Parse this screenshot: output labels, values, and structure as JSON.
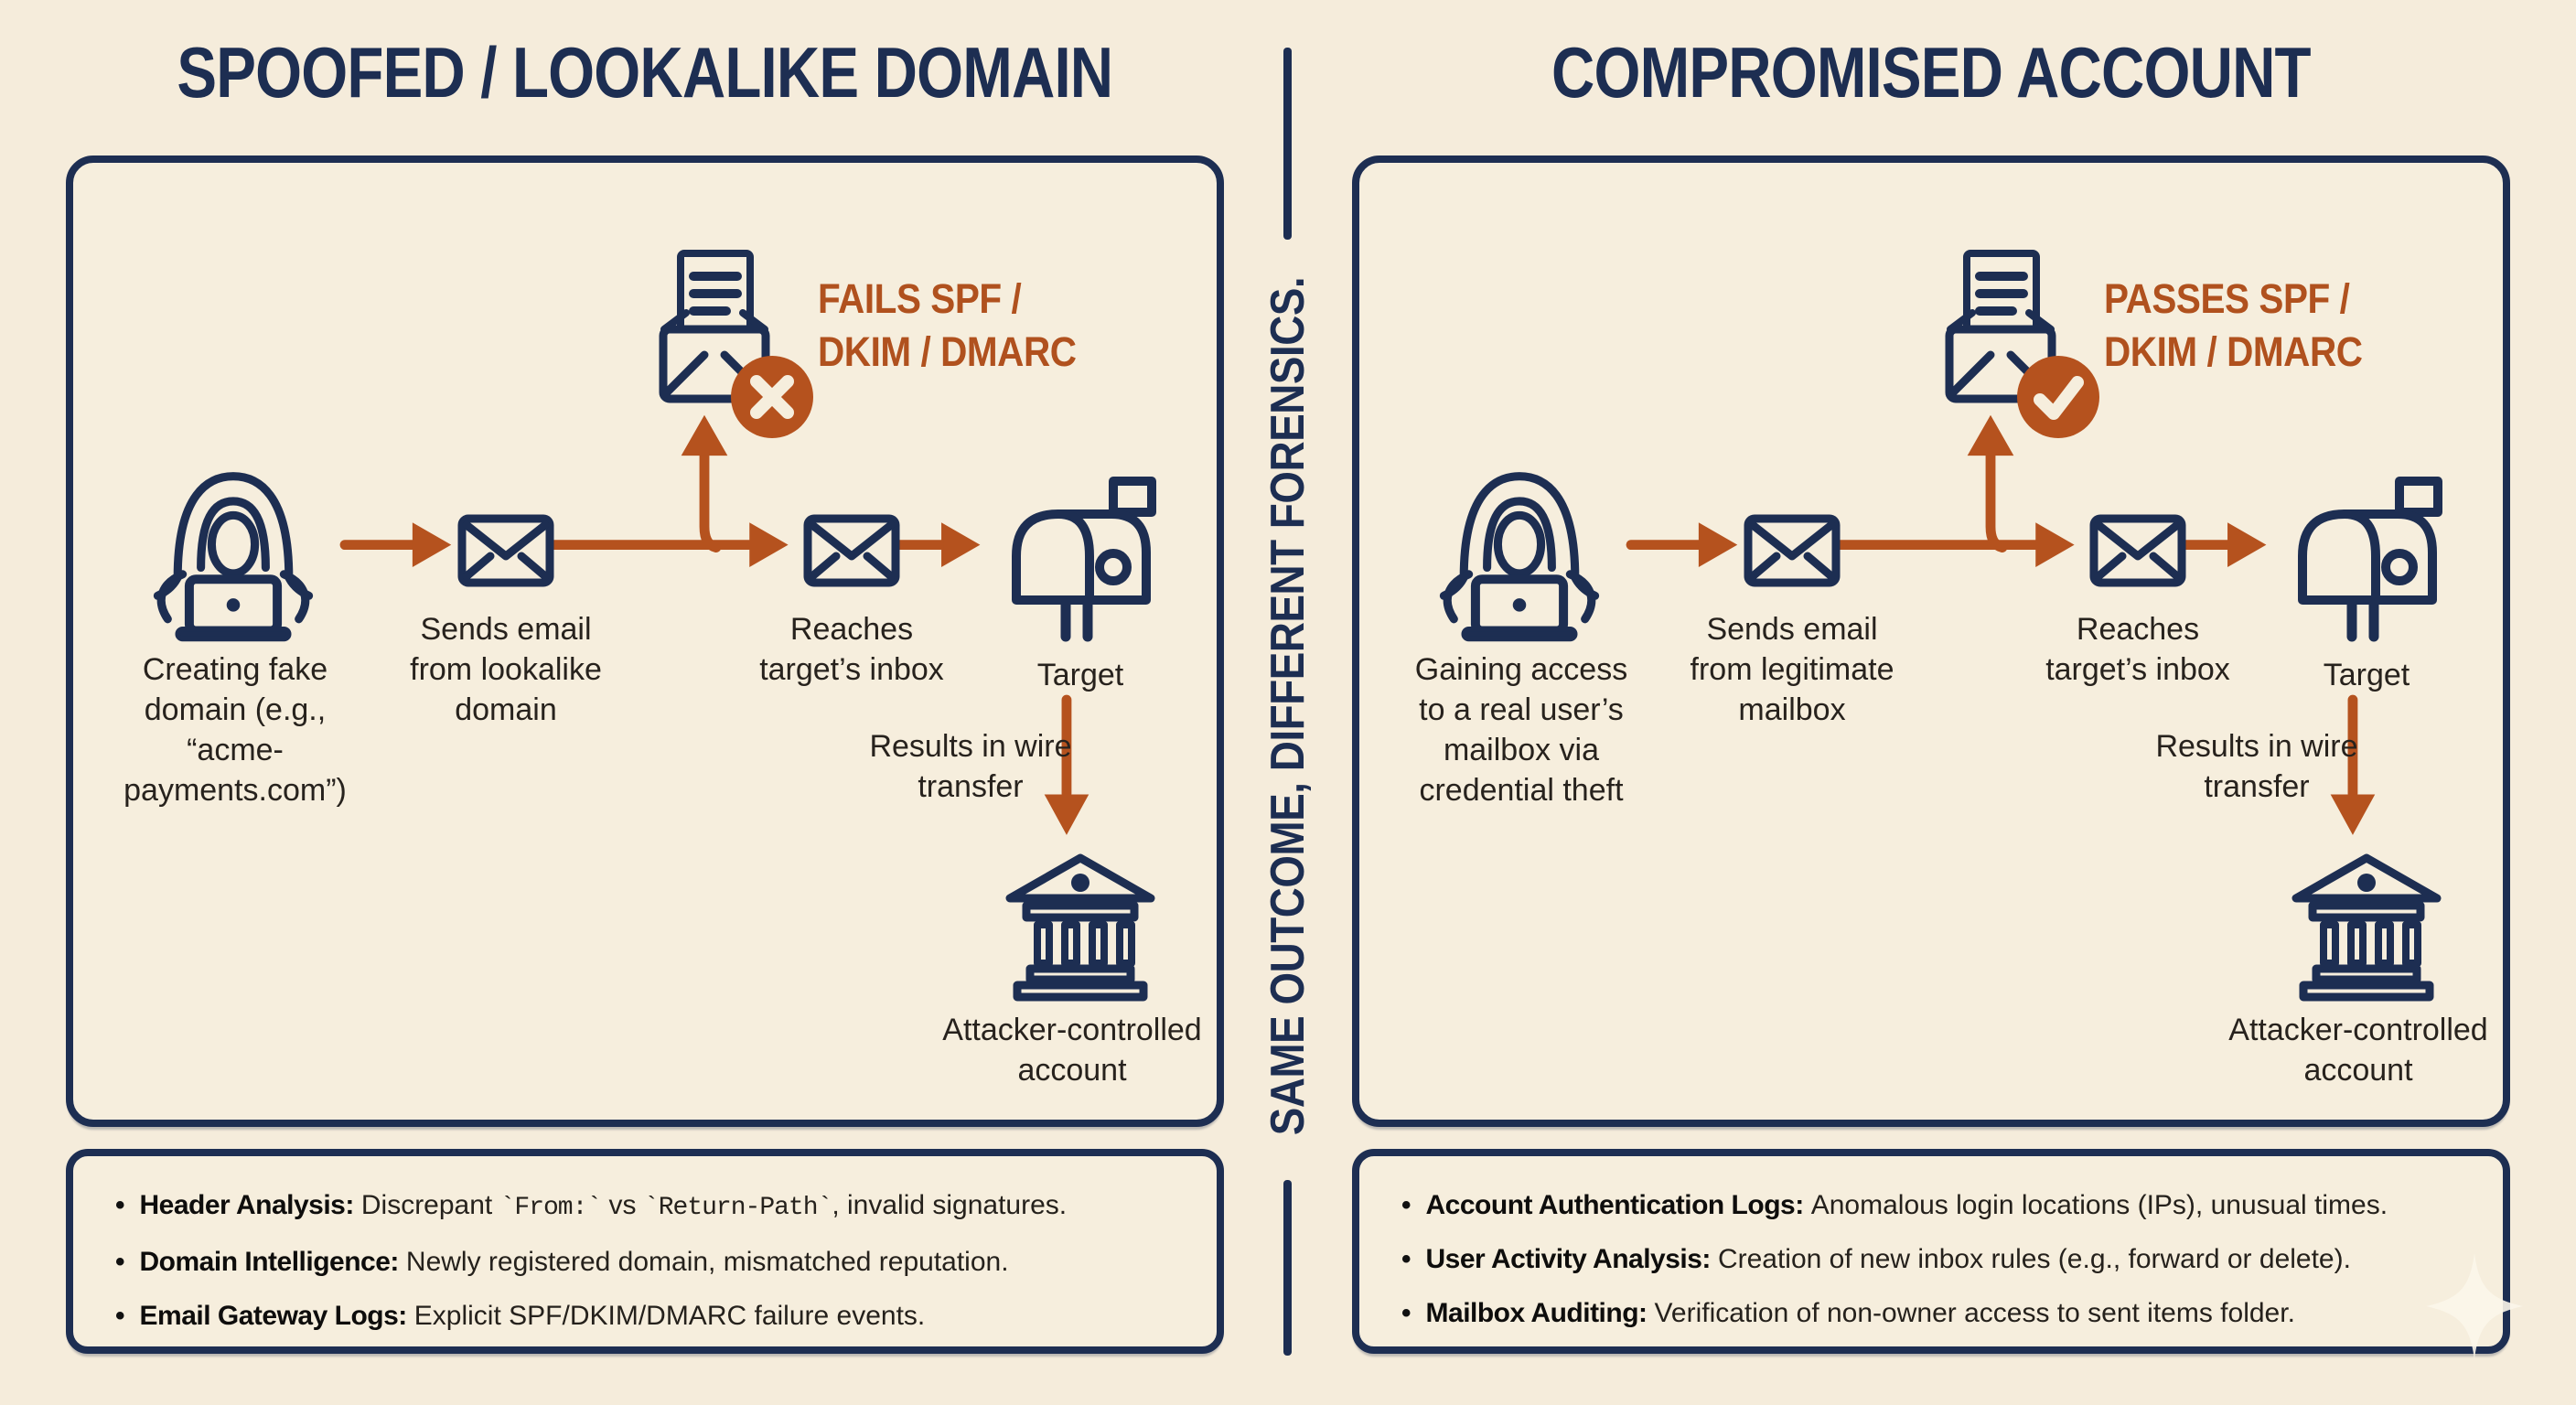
{
  "colors": {
    "background": "#f5ecdb",
    "navy": "#1d2e52",
    "orange": "#b5521e",
    "ink": "#25211c"
  },
  "divider": {
    "label": "SAME OUTCOME, DIFFERENT FORENSICS."
  },
  "ui": {
    "bullet_char": "•"
  },
  "panels": [
    {
      "title": "SPOOFED / LOOKALIKE DOMAIN",
      "flow": {
        "actor": "Creating fake domain (e.g., “acme-payments.com”)",
        "send": "Sends email from lookalike domain",
        "auth_line1": "FAILS SPF /",
        "auth_line2": "DKIM / DMARC",
        "auth_result": "fail",
        "reach": "Reaches target’s inbox",
        "target": "Target",
        "result": "Results in wire transfer",
        "account": "Attacker-controlled account"
      },
      "forensics": [
        {
          "term": "Header Analysis:",
          "desc": [
            {
              "text": "Discrepant "
            },
            {
              "text": "`From:`",
              "mono": true
            },
            {
              "text": " vs "
            },
            {
              "text": "`Return-Path`",
              "mono": true
            },
            {
              "text": ", invalid signatures."
            }
          ]
        },
        {
          "term": "Domain Intelligence:",
          "desc": [
            {
              "text": "Newly registered domain, mismatched reputation."
            }
          ]
        },
        {
          "term": "Email Gateway Logs:",
          "desc": [
            {
              "text": "Explicit SPF/DKIM/DMARC failure events."
            }
          ]
        }
      ]
    },
    {
      "title": "COMPROMISED ACCOUNT",
      "flow": {
        "actor": "Gaining access to a real user’s mailbox via credential theft",
        "send": "Sends email from legitimate mailbox",
        "auth_line1": "PASSES SPF /",
        "auth_line2": "DKIM / DMARC",
        "auth_result": "pass",
        "reach": "Reaches target’s inbox",
        "target": "Target",
        "result": "Results in wire transfer",
        "account": "Attacker-controlled account"
      },
      "forensics": [
        {
          "term": "Account Authentication Logs:",
          "desc": [
            {
              "text": "Anomalous login locations (IPs), unusual times."
            }
          ]
        },
        {
          "term": "User Activity Analysis:",
          "desc": [
            {
              "text": "Creation of new inbox rules (e.g., forward or delete)."
            }
          ]
        },
        {
          "term": "Mailbox Auditing:",
          "desc": [
            {
              "text": "Verification of non-owner access to sent items folder."
            }
          ]
        }
      ]
    }
  ]
}
